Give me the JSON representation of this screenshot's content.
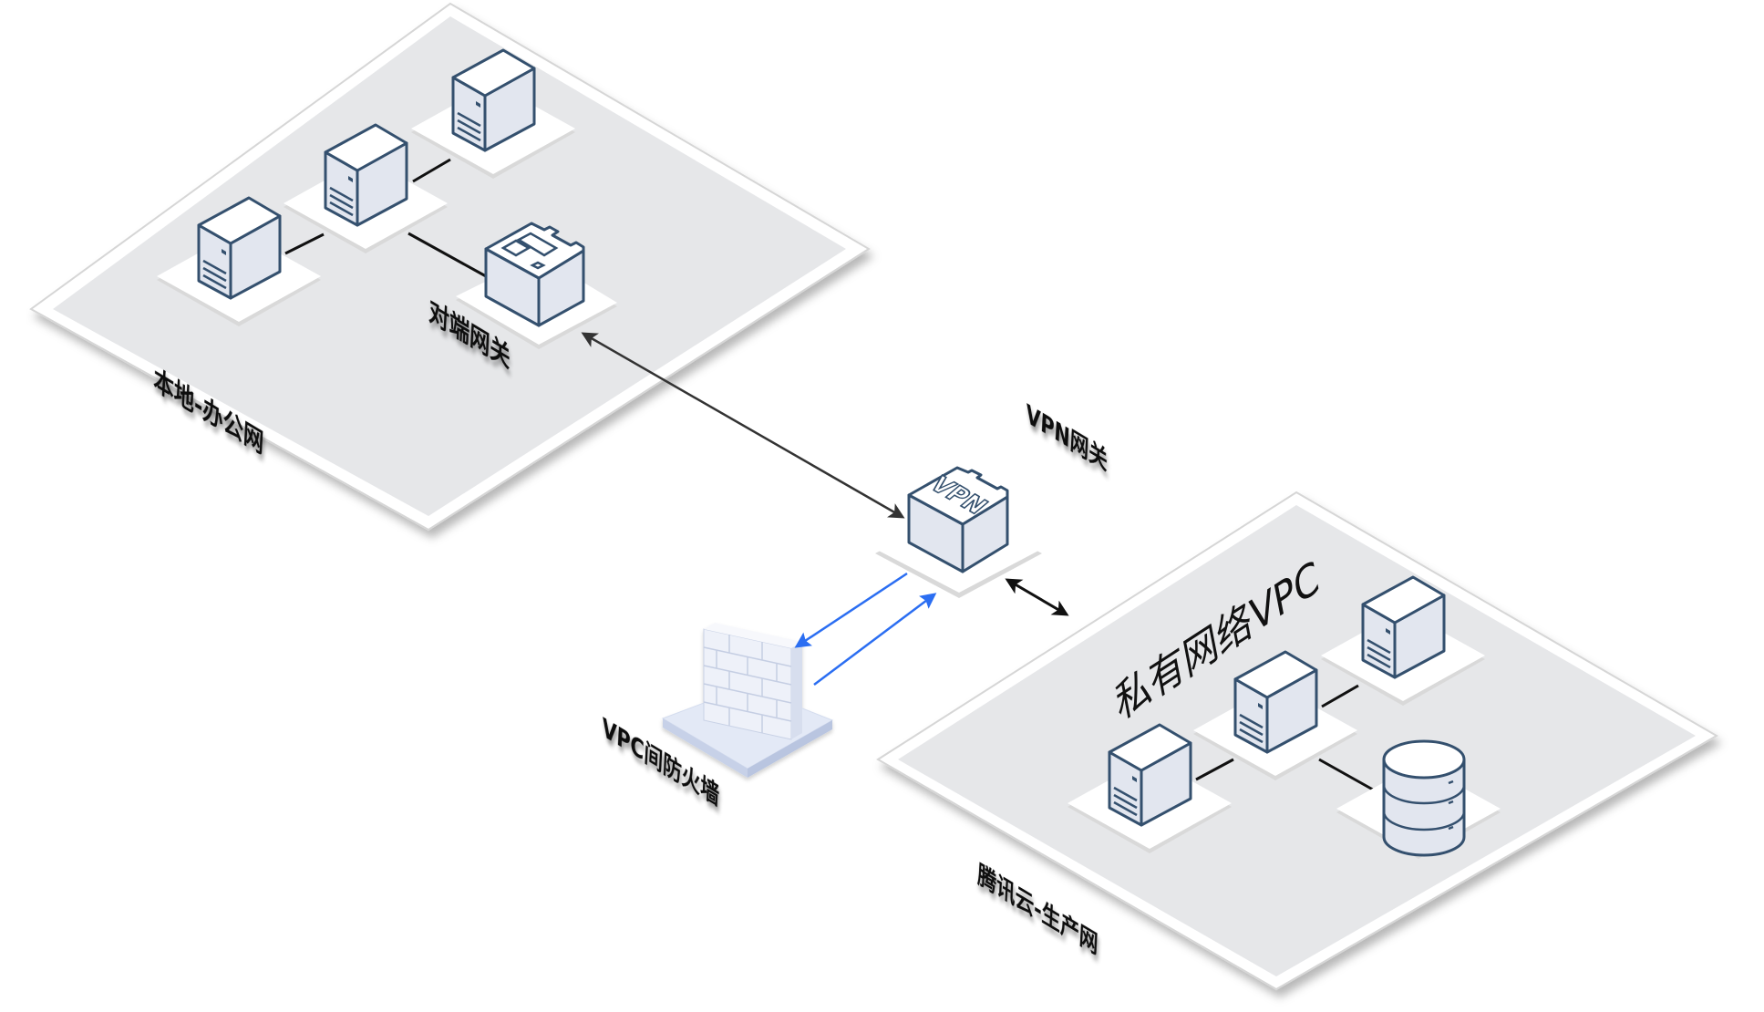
{
  "diagram": {
    "title": "VPN connection between local office network and Tencent Cloud production VPC via VPC firewall",
    "zones": [
      {
        "id": "local-office",
        "label": "本地-办公网"
      },
      {
        "id": "tencent-production",
        "label": "腾讯云-生产网",
        "inner_title": "私有网络VPC"
      }
    ],
    "nodes": [
      {
        "id": "office-server-1",
        "type": "server",
        "zone": "local-office"
      },
      {
        "id": "office-server-2",
        "type": "server",
        "zone": "local-office"
      },
      {
        "id": "office-server-3",
        "type": "server",
        "zone": "local-office"
      },
      {
        "id": "peer-gateway",
        "type": "gateway",
        "zone": "local-office",
        "label": "对端网关"
      },
      {
        "id": "vpn-gateway",
        "type": "vpn-gateway",
        "label": "VPN网关",
        "icon_text": "VPN"
      },
      {
        "id": "vpc-firewall",
        "type": "firewall",
        "label": "VPC间防火墙"
      },
      {
        "id": "vpc-server-1",
        "type": "server",
        "zone": "tencent-production"
      },
      {
        "id": "vpc-server-2",
        "type": "server",
        "zone": "tencent-production"
      },
      {
        "id": "vpc-server-3",
        "type": "server",
        "zone": "tencent-production"
      },
      {
        "id": "vpc-database",
        "type": "database",
        "zone": "tencent-production"
      }
    ],
    "edges": [
      {
        "from": "office-server-1",
        "to": "office-server-2",
        "style": "line"
      },
      {
        "from": "office-server-2",
        "to": "office-server-3",
        "style": "line"
      },
      {
        "from": "office-server-2",
        "to": "peer-gateway",
        "style": "line"
      },
      {
        "from": "peer-gateway",
        "to": "vpn-gateway",
        "style": "bidirectional-arrow",
        "color": "#333333"
      },
      {
        "from": "vpn-gateway",
        "to": "vpc-firewall",
        "style": "arrow",
        "color": "#2b6ef2"
      },
      {
        "from": "vpc-firewall",
        "to": "vpn-gateway",
        "style": "arrow",
        "color": "#2b6ef2"
      },
      {
        "from": "vpn-gateway",
        "to": "tencent-production",
        "style": "bidirectional-arrow",
        "color": "#111111"
      },
      {
        "from": "vpc-server-1",
        "to": "vpc-server-2",
        "style": "line"
      },
      {
        "from": "vpc-server-2",
        "to": "vpc-server-3",
        "style": "line"
      },
      {
        "from": "vpc-server-2",
        "to": "vpc-database",
        "style": "line"
      }
    ]
  },
  "labels": {
    "local_office": "本地-办公网",
    "peer_gateway": "对端网关",
    "vpn_gateway": "VPN网关",
    "vpn_icon_text": "VPN",
    "vpc_firewall": "VPC间防火墙",
    "vpc_title": "私有网络VPC",
    "tencent_production": "腾讯云-生产网"
  },
  "colors": {
    "device_stroke": "#34506e",
    "device_fill": "#e2e6ef",
    "zone_fill": "#e6e7e9",
    "blue_arrow": "#2b6ef2",
    "black_arrow": "#333333"
  }
}
